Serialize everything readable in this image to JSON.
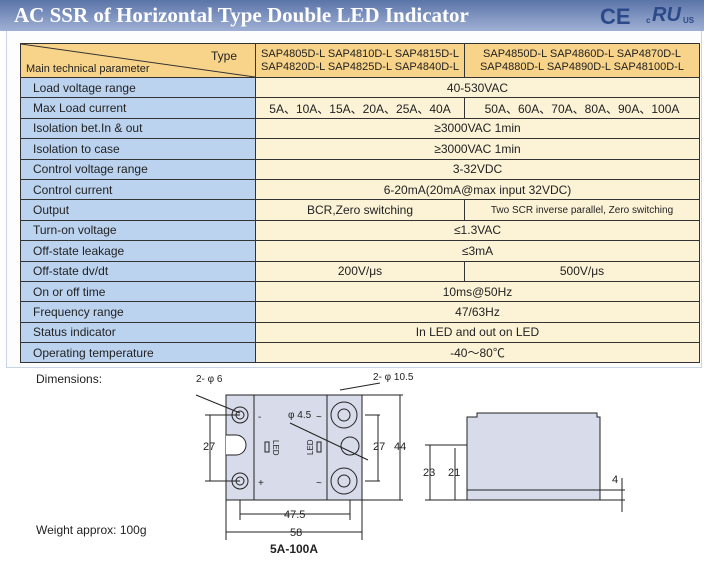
{
  "title": "AC SSR of Horizontal Type Double LED Indicator",
  "certifications": {
    "ce": "CE",
    "ul_c": "c",
    "ul": "RU",
    "ul_us": "US"
  },
  "table": {
    "header_type": "Type",
    "header_param": "Main technical parameter",
    "group1_models": [
      "SAP4805D-L  SAP4810D-L  SAP4815D-L",
      "SAP4820D-L  SAP4825D-L  SAP4840D-L"
    ],
    "group2_models": [
      "SAP4850D-L  SAP4860D-L  SAP4870D-L",
      "SAP4880D-L  SAP4890D-L  SAP48100D-L"
    ],
    "rows": [
      {
        "param": "Load voltage range",
        "value": "40-530VAC"
      },
      {
        "param": "Max Load current",
        "value1": "5A、10A、15A、20A、25A、40A",
        "value2": "50A、60A、70A、80A、90A、100A"
      },
      {
        "param": "Isolation bet.In & out",
        "value": "≥3000VAC 1min"
      },
      {
        "param": "Isolation to case",
        "value": "≥3000VAC 1min"
      },
      {
        "param": "Control voltage range",
        "value": "3-32VDC"
      },
      {
        "param": "Control current",
        "value": "6-20mA(20mA@max input 32VDC)"
      },
      {
        "param": "Output",
        "value1": "BCR,Zero switching",
        "value2": "Two SCR  inverse parallel, Zero switching"
      },
      {
        "param": "Turn-on voltage",
        "value": "≤1.3VAC"
      },
      {
        "param": "Off-state leakage",
        "value": "≤3mA"
      },
      {
        "param": "Off-state dv/dt",
        "value1": "200V/μs",
        "value2": "500V/μs"
      },
      {
        "param": "On or off time",
        "value": "10ms@50Hz"
      },
      {
        "param": "Frequency range",
        "value": "47/63Hz"
      },
      {
        "param": "Status indicator",
        "value": "In LED and out on LED"
      },
      {
        "param": "Operating temperature",
        "value": "-40～80℃"
      }
    ]
  },
  "dimensions": {
    "label": "Dimensions:",
    "weight": "Weight approx: 100g",
    "model_range": "5A-100A",
    "hole_small": "2- φ 6",
    "hole_large": "2- φ 10.5",
    "hole_mid": "φ 4.5",
    "d27": "27",
    "d44": "44",
    "d47_5": "47.5",
    "d58": "58",
    "d23": "23",
    "d21": "21",
    "d4": "4",
    "led": "LED",
    "minus": "-",
    "plus": "+",
    "ac": "~"
  }
}
